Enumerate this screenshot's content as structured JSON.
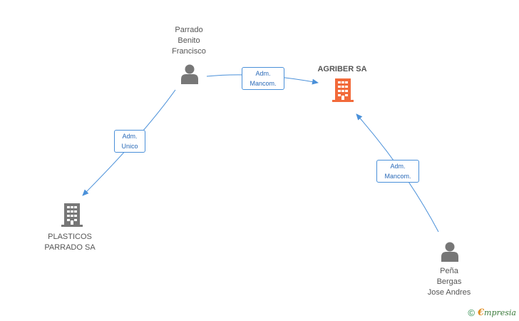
{
  "nodes": {
    "parrado": {
      "label": "Parrado\nBenito\nFrancisco",
      "kind": "person"
    },
    "agriber": {
      "label": "AGRIBER SA",
      "kind": "company-main"
    },
    "plasticos": {
      "label": "PLASTICOS\nPARRADO SA",
      "kind": "company"
    },
    "pena": {
      "label": "Peña\nBergas\nJose Andres",
      "kind": "person"
    }
  },
  "edges": {
    "parrado_agriber": {
      "label": "Adm.\nMancom."
    },
    "parrado_plasticos": {
      "label": "Adm.\nUnico"
    },
    "pena_agriber": {
      "label": "Adm.\nMancom."
    }
  },
  "footer": {
    "copyright": "©",
    "brand_initial": "€",
    "brand_rest": "mpresia"
  },
  "colors": {
    "edge": "#4a90d9",
    "person_icon": "#777777",
    "company_icon": "#777777",
    "company_main_icon": "#f26a3a"
  }
}
